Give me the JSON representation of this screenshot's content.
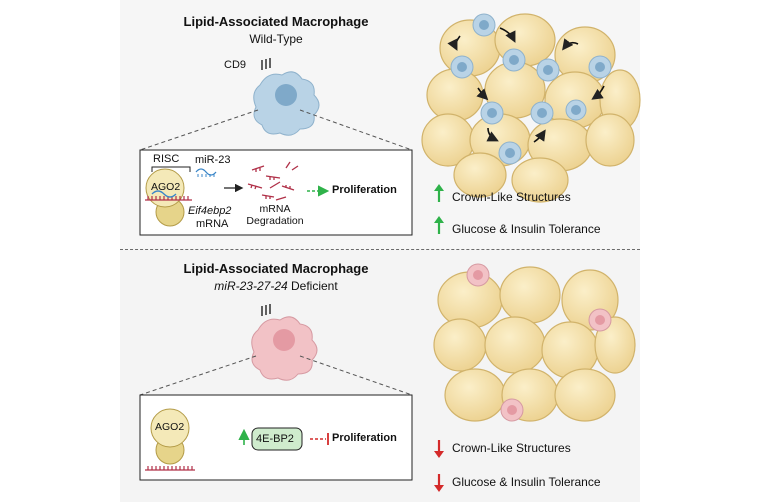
{
  "top": {
    "title": "Lipid-Associated Macrophage",
    "subtitle": "Wild-Type",
    "marker": "CD9",
    "risc": "RISC",
    "mirna": "miR-23",
    "ago2": "AGO2",
    "target_gene": "Eif4ebp2",
    "target_suffix": "mRNA",
    "degradation_line1": "mRNA",
    "degradation_line2": "Degradation",
    "outcome": "Proliferation",
    "effects": [
      {
        "direction": "up",
        "color": "#2fa84a",
        "label": "Crown-Like Structures"
      },
      {
        "direction": "up",
        "color": "#2fa84a",
        "label": "Glucose & Insulin Tolerance"
      }
    ]
  },
  "bottom": {
    "title": "Lipid-Associated Macrophage",
    "subtitle_italic": "miR-23-27-24",
    "subtitle_rest": " Deficient",
    "ago2": "AGO2",
    "protein": "4E-BP2",
    "outcome": "Proliferation",
    "effects": [
      {
        "direction": "down",
        "color": "#d42a2a",
        "label": "Crown-Like Structures"
      },
      {
        "direction": "down",
        "color": "#d42a2a",
        "label": "Glucose & Insulin Tolerance"
      }
    ]
  },
  "colors": {
    "wt_cell": "#b9d3e6",
    "wt_nucleus": "#7fa9c9",
    "ko_cell": "#f2c2c6",
    "ko_nucleus": "#e49aa3",
    "adipocyte": "#f6e4b0",
    "adipocyte_edge": "#d9bf7b",
    "mrna": "#b03048",
    "mirna": "#3a86c8",
    "arrow_green": "#2fb24a",
    "arrow_red": "#d42a2a",
    "protein_box": "#cfeccd"
  }
}
